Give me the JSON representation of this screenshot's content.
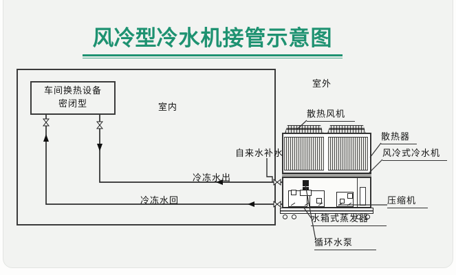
{
  "title": {
    "highlight": "风冷型",
    "rest": "冷水机接管示意图",
    "accent_color": "#1e9271"
  },
  "zones": {
    "indoor": "室内",
    "outdoor": "室外"
  },
  "workshop_box": {
    "line1": "车间换热设备",
    "line2": "密闭型"
  },
  "pipe_labels": {
    "tap_water": "自来水补水",
    "chilled_out": "冷冻水出",
    "chilled_return": "冷冻水回"
  },
  "chiller_labels": {
    "fan": "散热风机",
    "radiator": "散热器",
    "unit": "风冷式冷水机",
    "compressor": "压缩机",
    "evaporator": "水箱式蒸发器",
    "pump": "循环水泵"
  },
  "colors": {
    "accent": "#1e9271",
    "line": "#2b2b2b",
    "background": "#f2f3f1"
  },
  "icons": {
    "valve": "bowtie-valve-symbol",
    "flow_arrow": "solid-triangle-arrow"
  }
}
